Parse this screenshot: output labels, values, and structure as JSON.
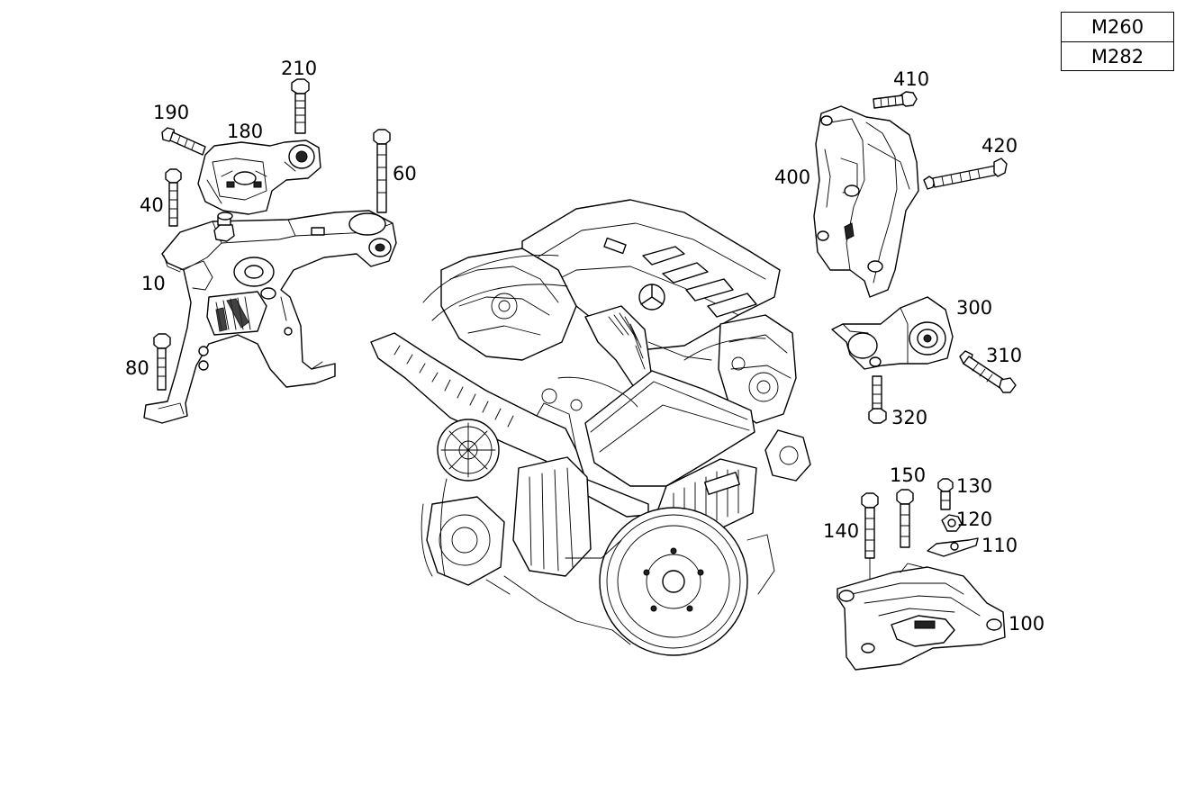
{
  "models": [
    "M260",
    "M282"
  ],
  "callouts": {
    "c10": "10",
    "c40": "40",
    "c60": "60",
    "c80": "80",
    "c100": "100",
    "c110": "110",
    "c120": "120",
    "c130": "130",
    "c140": "140",
    "c150": "150",
    "c180": "180",
    "c190": "190",
    "c210": "210",
    "c300": "300",
    "c310": "310",
    "c320": "320",
    "c400": "400",
    "c410": "410",
    "c420": "420"
  }
}
